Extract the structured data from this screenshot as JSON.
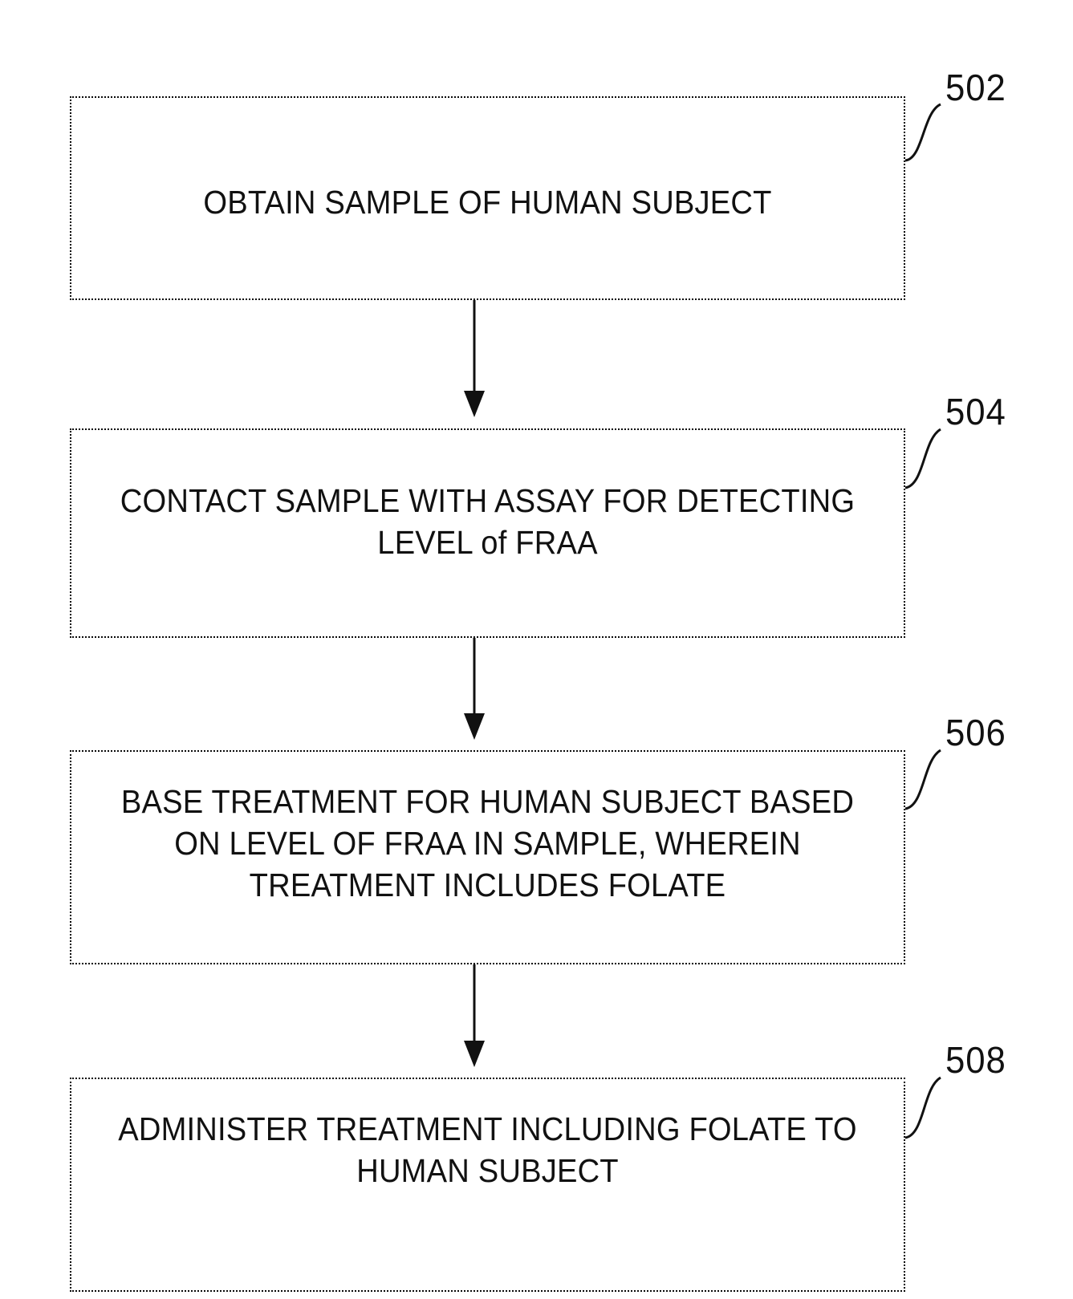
{
  "figure": {
    "type": "patent-flowchart",
    "orientation": "vertical",
    "background_color": "#ffffff",
    "line_color": "#111111"
  },
  "steps": [
    {
      "ref": "502",
      "label": "OBTAIN SAMPLE OF HUMAN SUBJECT",
      "lines": 1
    },
    {
      "ref": "504",
      "label": "CONTACT SAMPLE WITH ASSAY FOR DETECTING\nLEVEL of FRAA",
      "lines": 2
    },
    {
      "ref": "506",
      "label": "BASE TREATMENT FOR HUMAN SUBJECT BASED\nON LEVEL OF FRAA IN SAMPLE, WHEREIN\nTREATMENT INCLUDES FOLATE",
      "lines": 3
    },
    {
      "ref": "508",
      "label": "ADMINISTER TREATMENT INCLUDING FOLATE TO\nHUMAN SUBJECT",
      "lines": 2
    }
  ],
  "connectors": [
    {
      "from": "502",
      "to": "504",
      "style": "arrow-down"
    },
    {
      "from": "504",
      "to": "506",
      "style": "arrow-down"
    },
    {
      "from": "506",
      "to": "508",
      "style": "arrow-down"
    }
  ]
}
